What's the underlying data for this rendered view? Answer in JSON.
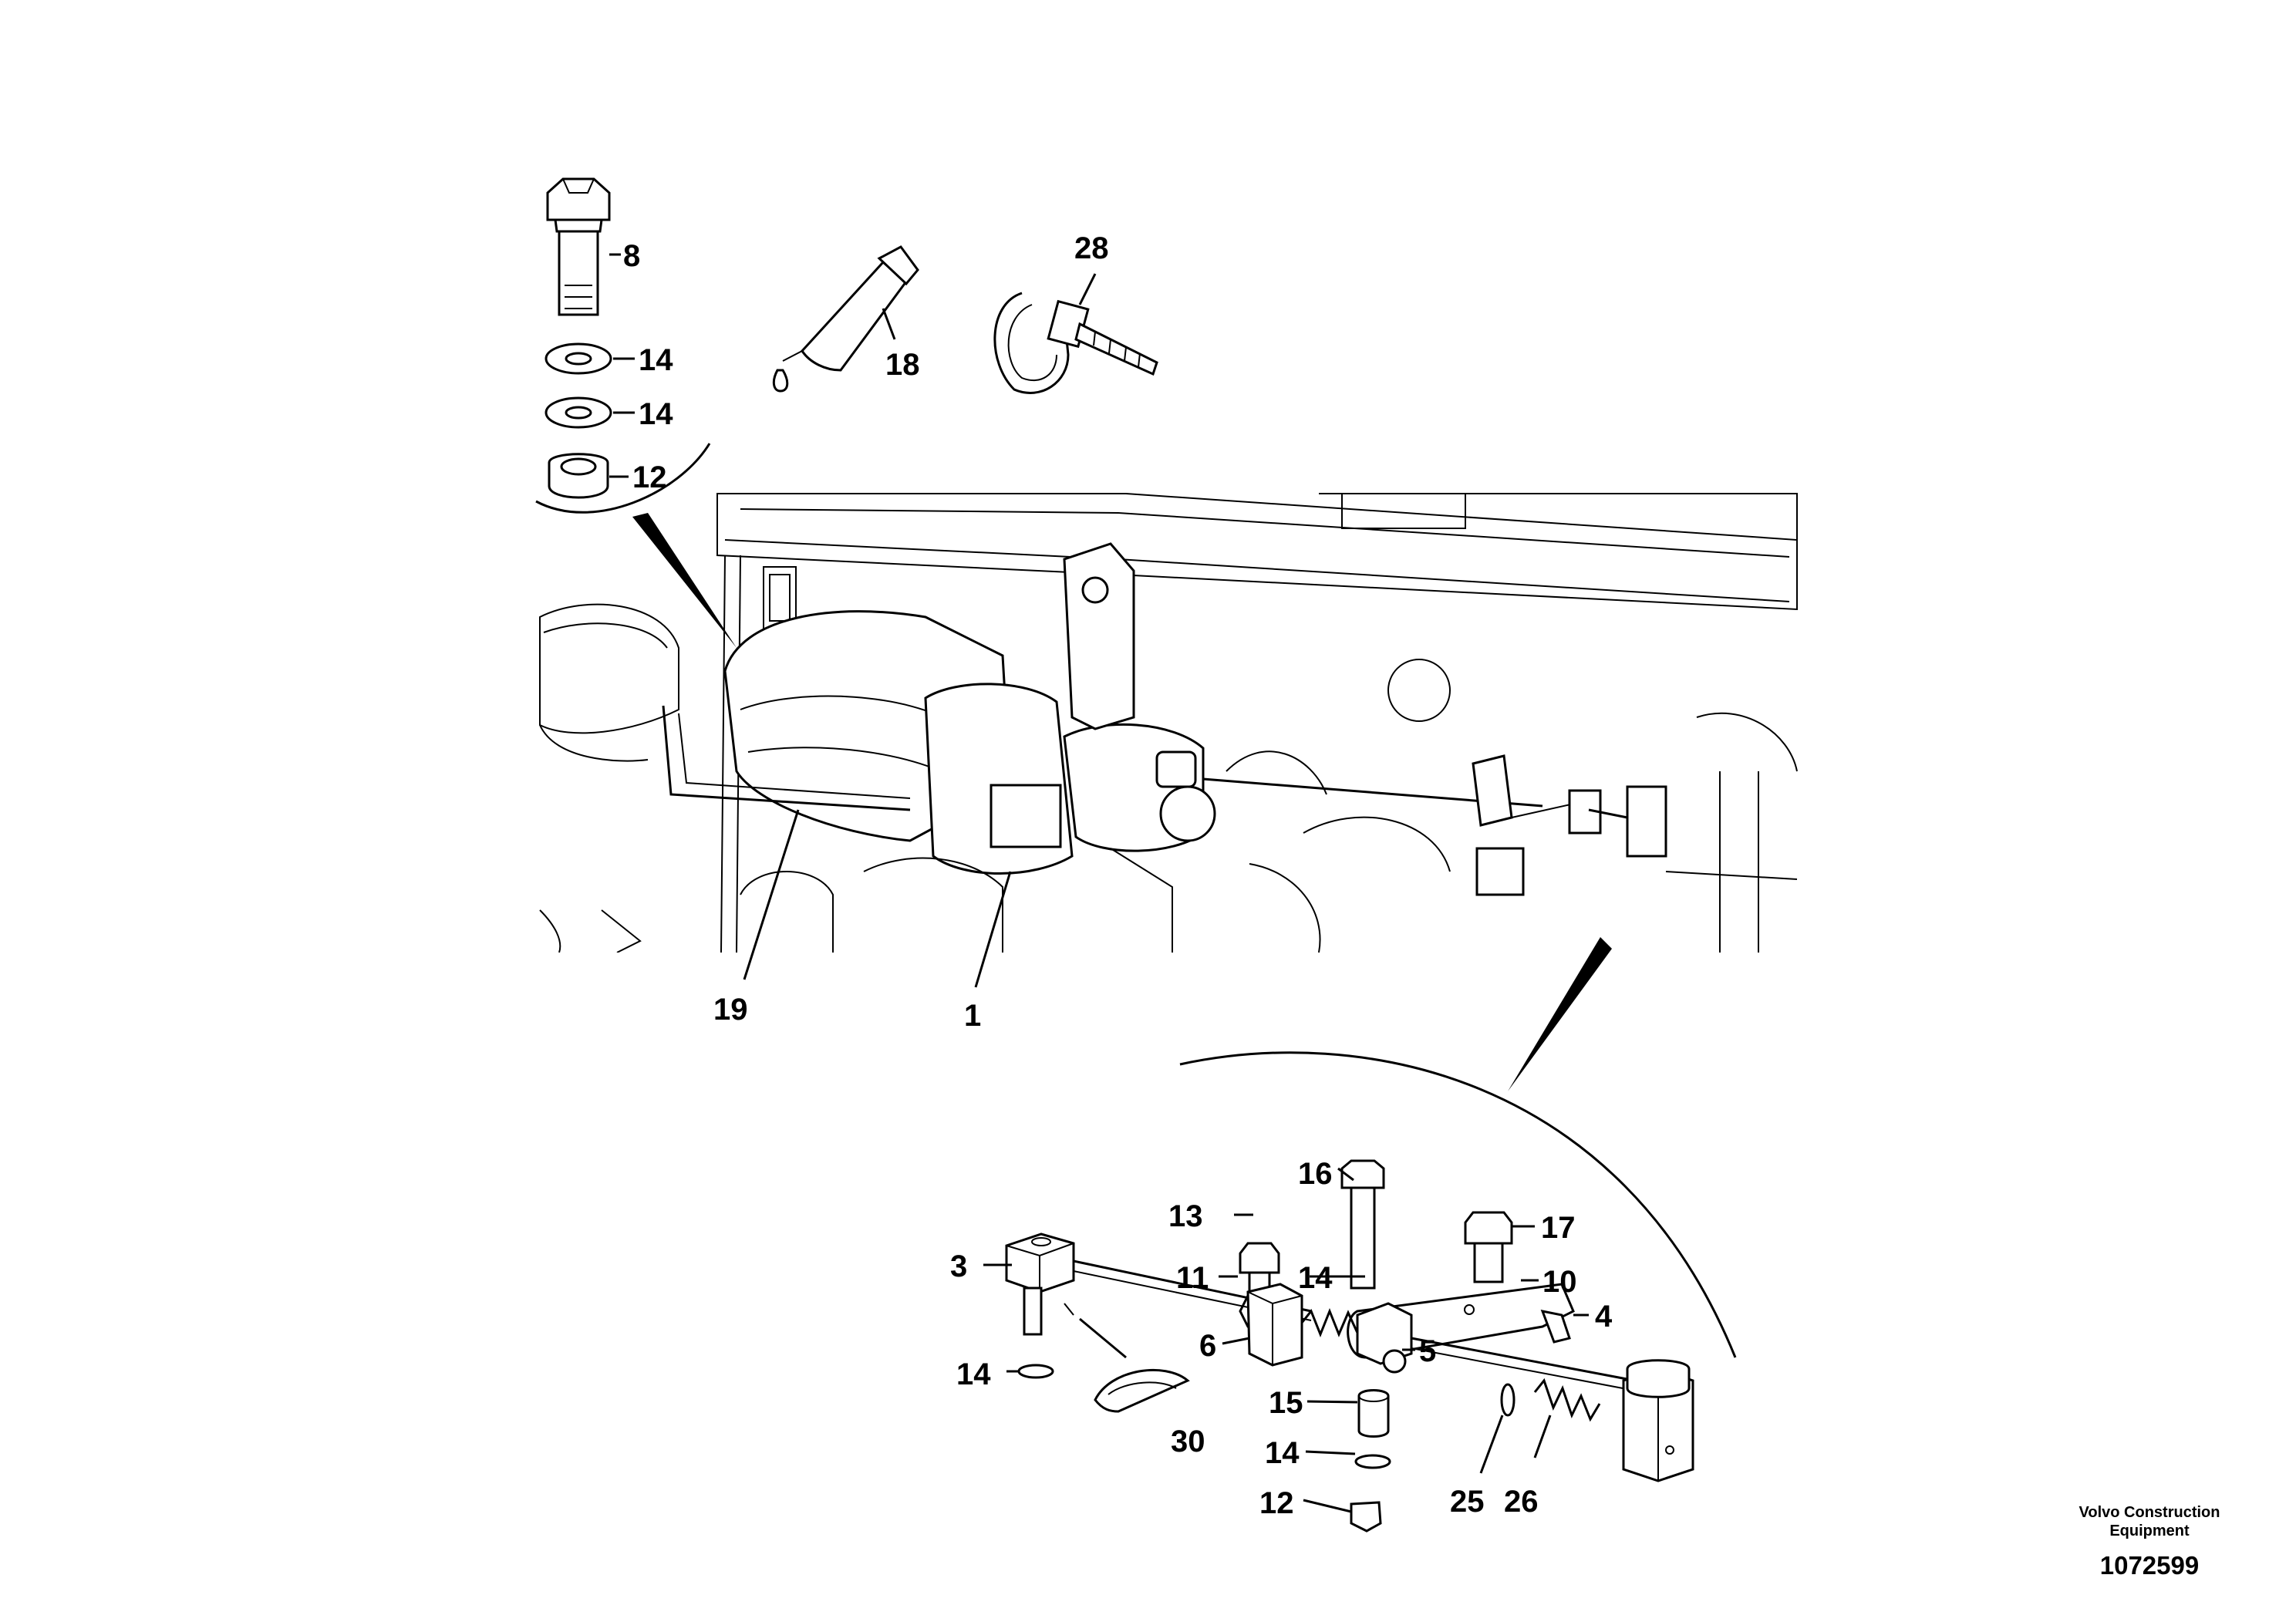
{
  "callouts": {
    "c8": "8",
    "c14a": "14",
    "c14b": "14",
    "c12a": "12",
    "c18": "18",
    "c28": "28",
    "c19": "19",
    "c1": "1",
    "c16": "16",
    "c13": "13",
    "c17": "17",
    "c3": "3",
    "c11": "11",
    "c14c": "14",
    "c10": "10",
    "c4": "4",
    "c6": "6",
    "c5": "5",
    "c14d": "14",
    "c30": "30",
    "c15": "15",
    "c14e": "14",
    "c25": "25",
    "c26": "26",
    "c12b": "12"
  },
  "footer": {
    "org_line1": "Volvo Construction",
    "org_line2": "Equipment",
    "drawing_number": "1072599"
  },
  "colors": {
    "line": "#000000",
    "background": "#ffffff"
  }
}
